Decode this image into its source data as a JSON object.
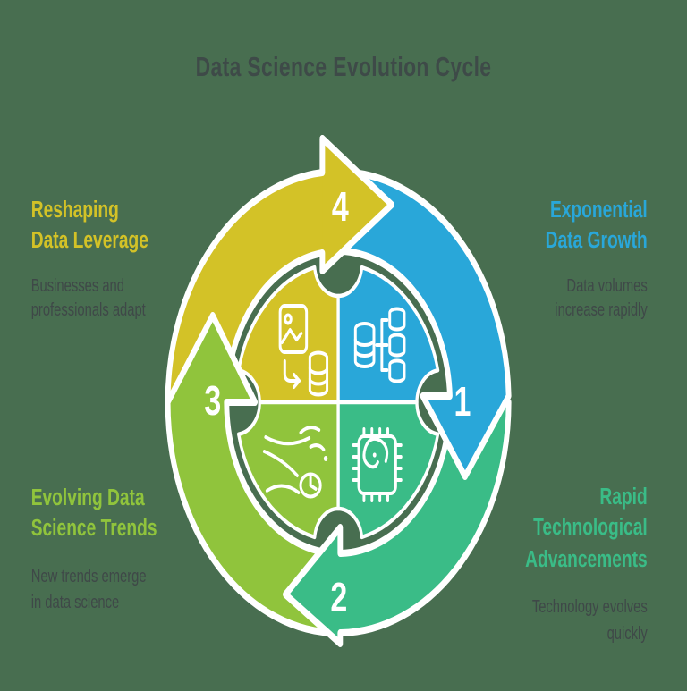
{
  "title": "Data Science Evolution Cycle",
  "colors": {
    "background": "#486e50",
    "white": "#ffffff",
    "title_text": "#3e4a48",
    "desc_text": "#3f4848",
    "blue": "#29a7d9",
    "teal": "#3abc87",
    "green": "#90c43c",
    "yellow": "#d3c227"
  },
  "steps": [
    {
      "number": "1",
      "color": "#29a7d9",
      "title_lines": [
        "Exponential",
        "Data Growth"
      ],
      "desc_lines": [
        "Data volumes",
        "increase rapidly"
      ]
    },
    {
      "number": "2",
      "color": "#3abc87",
      "title_lines": [
        "Rapid",
        "Technological",
        "Advancements"
      ],
      "desc_lines": [
        "Technology evolves",
        "quickly"
      ]
    },
    {
      "number": "3",
      "color": "#90c43c",
      "title_lines": [
        "Evolving Data",
        "Science Trends"
      ],
      "desc_lines": [
        "New trends emerge",
        "in data science"
      ]
    },
    {
      "number": "4",
      "color": "#d3c227",
      "title_lines": [
        "Reshaping",
        "Data Leverage"
      ],
      "desc_lines": [
        "Businesses and",
        "professionals adapt"
      ]
    }
  ],
  "icons": {
    "top_left_quadrant": "image-file-to-database-icon",
    "top_right_quadrant": "database-branch-icon",
    "bottom_left_quadrant": "trend-curves-clock-icon",
    "bottom_right_quadrant": "ai-chip-icon"
  }
}
